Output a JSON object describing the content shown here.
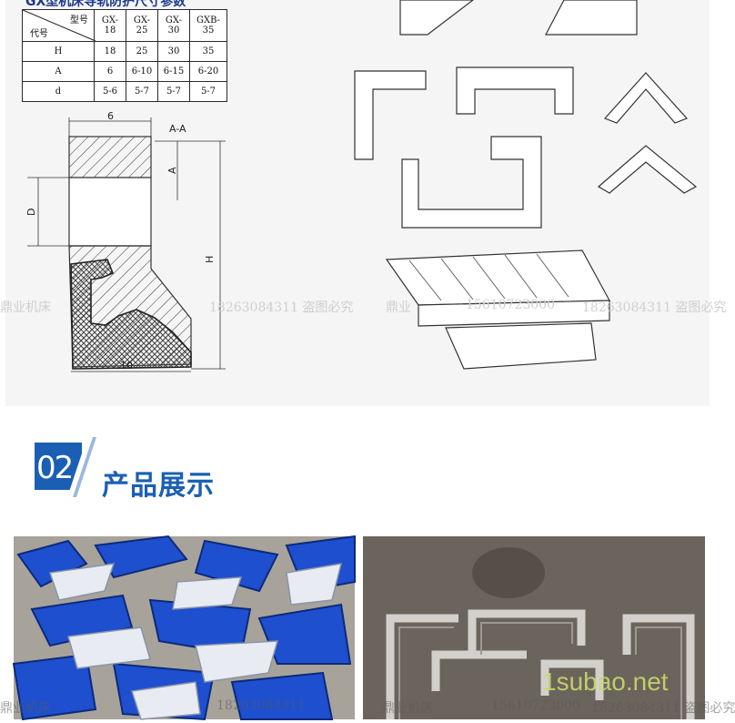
{
  "table": {
    "title_partial": "GX型机床导轨防护尺寸参数",
    "header_model": "型号",
    "header_code": "代号",
    "models": [
      "GX-18",
      "GX-25",
      "GX-30",
      "GXB-35"
    ],
    "rows": [
      {
        "code": "H",
        "values": [
          "18",
          "25",
          "30",
          "35"
        ]
      },
      {
        "code": "A",
        "values": [
          "6",
          "6-10",
          "6-15",
          "6-20"
        ]
      },
      {
        "code": "d",
        "values": [
          "5-6",
          "5-7",
          "5-7",
          "5-7"
        ]
      }
    ]
  },
  "drawing": {
    "section_label": "A-A",
    "dim_top": "6",
    "dim_bottom": "10",
    "dim_A": "A",
    "dim_D": "D",
    "dim_H": "H"
  },
  "watermark": {
    "row1": [
      "鼎业机床",
      "18263084311 盗图必究",
      "鼎业",
      "15610723000",
      "18263084311 盗图必究"
    ],
    "row2": [
      "鼎业机床",
      "18263084311",
      "鼎业机床",
      "15610723000",
      "18263084311 盗图必究"
    ]
  },
  "section": {
    "number": "02",
    "title": "产品展示"
  },
  "site_watermark": "1subao.net",
  "colors": {
    "accent": "#1a5fb4",
    "panel_bg": "#f5f5f5",
    "site_watermark": "#c9d96a"
  }
}
